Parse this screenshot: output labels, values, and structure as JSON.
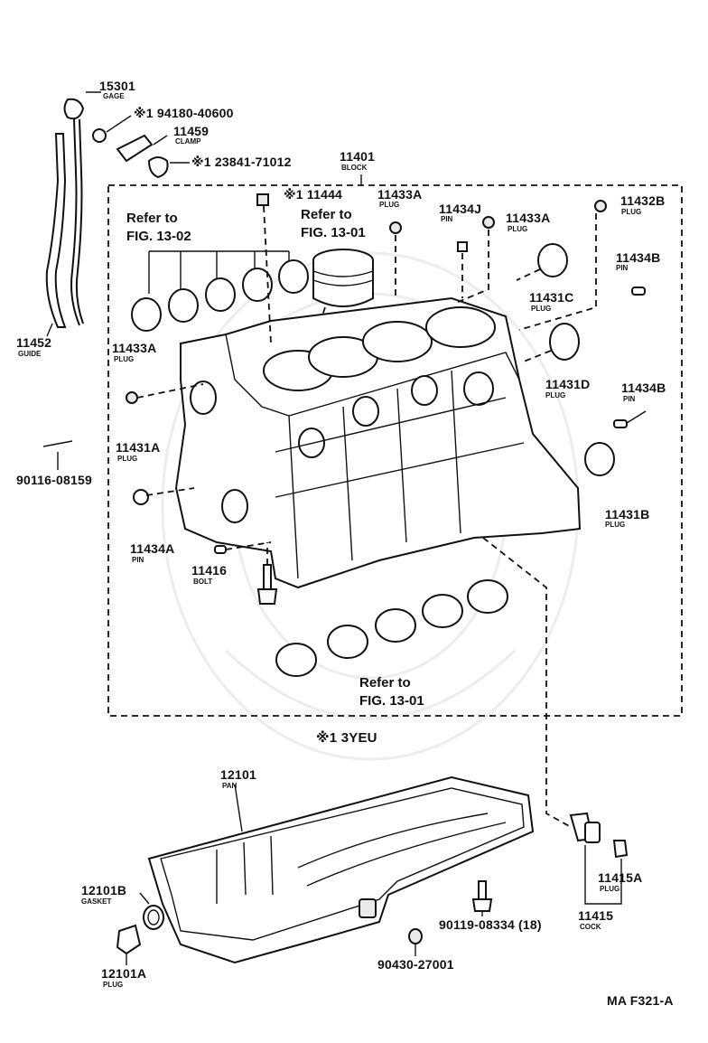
{
  "parts": [
    {
      "id": "gage",
      "number": "15301",
      "name": "GAGE"
    },
    {
      "id": "gage-ref",
      "number": "※1 94180-40600",
      "name": ""
    },
    {
      "id": "clamp",
      "number": "11459",
      "name": "CLAMP"
    },
    {
      "id": "clamp-ref",
      "number": "※1 23841-71012",
      "name": ""
    },
    {
      "id": "block",
      "number": "11401",
      "name": "BLOCK"
    },
    {
      "id": "plug-11444",
      "number": "※1 11444",
      "name": ""
    },
    {
      "id": "plug-11433a-top",
      "number": "11433A",
      "name": "PLUG"
    },
    {
      "id": "pin-11434j",
      "number": "11434J",
      "name": "PIN"
    },
    {
      "id": "plug-11433a-right",
      "number": "11433A",
      "name": "PLUG"
    },
    {
      "id": "plug-11432b",
      "number": "11432B",
      "name": "PLUG"
    },
    {
      "id": "pin-11434b-top",
      "number": "11434B",
      "name": "PIN"
    },
    {
      "id": "plug-11431c",
      "number": "11431C",
      "name": "PLUG"
    },
    {
      "id": "plug-11431d",
      "number": "11431D",
      "name": "PLUG"
    },
    {
      "id": "pin-11434b-mid",
      "number": "11434B",
      "name": "PIN"
    },
    {
      "id": "plug-11431b",
      "number": "11431B",
      "name": "PLUG"
    },
    {
      "id": "guide",
      "number": "11452",
      "name": "GUIDE"
    },
    {
      "id": "plug-11433a-left",
      "number": "11433A",
      "name": "PLUG"
    },
    {
      "id": "part-90116",
      "number": "90116-08159",
      "name": ""
    },
    {
      "id": "plug-11431a",
      "number": "11431A",
      "name": "PLUG"
    },
    {
      "id": "pin-11434a",
      "number": "11434A",
      "name": "PIN"
    },
    {
      "id": "bolt",
      "number": "11416",
      "name": "BOLT"
    },
    {
      "id": "pan",
      "number": "12101",
      "name": "PAN"
    },
    {
      "id": "gasket",
      "number": "12101B",
      "name": "GASKET"
    },
    {
      "id": "plug-12101a",
      "number": "12101A",
      "name": "PLUG"
    },
    {
      "id": "part-90119",
      "number": "90119-08334 (18)",
      "name": ""
    },
    {
      "id": "part-90430",
      "number": "90430-27001",
      "name": ""
    },
    {
      "id": "plug-11415a",
      "number": "11415A",
      "name": "PLUG"
    },
    {
      "id": "cock",
      "number": "11415",
      "name": "COCK"
    }
  ],
  "refs": {
    "fig_13_02": {
      "line1": "Refer to",
      "line2": "FIG. 13-02"
    },
    "fig_13_01_top": {
      "line1": "Refer to",
      "line2": "FIG. 13-01"
    },
    "fig_13_01_bottom": {
      "line1": "Refer to",
      "line2": "FIG. 13-01"
    }
  },
  "footnote": "※1 3YEU",
  "figure_id": "MA F321-A"
}
